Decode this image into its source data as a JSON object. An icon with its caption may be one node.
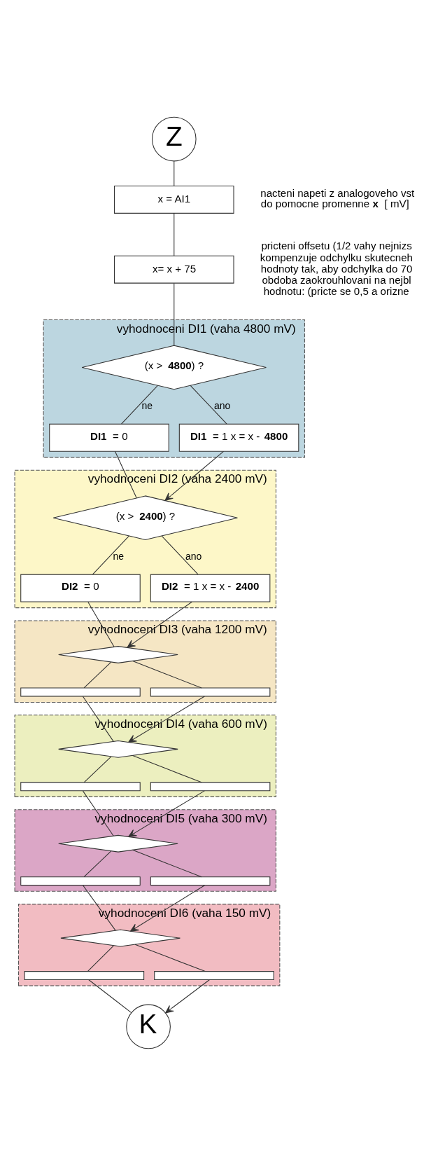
{
  "diagram": {
    "nodes": [
      {
        "text": [
          "Z"
        ]
      },
      {
        "text": [
          "x = AI1"
        ],
        "beside": [
          "nacteni napeti z analogoveho vst do pomocne promenne **x** [ mV]"
        ]
      },
      {
        "text": [
          "x= x + 75"
        ],
        "beside": [
          "pricteni offsetu (1/2 vahy nejnizs kompenzuje odchylku skutecneh hodnoty tak, aby odchylka do 70 obdoba zaokrouhlovani na nejbl hodnotu: (pricte se 0,5 a orizne"
        ]
      },
      {
        "text": [
          "vyhodnoceni DI1 (vaha 4800 mV)"
        ]
      },
      {
        "text": [
          "(x > **4800**) ?"
        ],
        "in": 3
      },
      {
        "text": [
          "**DI1** = 0"
        ],
        "in": 3
      },
      {
        "text": [
          "**DI1** = 1 x = x - **4800**"
        ],
        "in": 3
      },
      {
        "text": [
          "vyhodnoceni DI2 (vaha 2400 mV)"
        ]
      },
      {
        "text": [
          "(x > **2400**) ?"
        ],
        "in": 7
      },
      {
        "text": [
          "**DI2** = 0"
        ],
        "in": 7
      },
      {
        "text": [
          "**DI2** = 1 x = x - **2400**"
        ],
        "in": 7
      },
      {
        "text": [
          "vyhodnoceni DI3 (vaha 1200 mV)"
        ]
      },
      {
        "text": [],
        "shape": "diamond",
        "in": 11
      },
      {
        "text": [],
        "shape": "box",
        "in": 11
      },
      {
        "text": [],
        "shape": "box",
        "in": 11
      },
      {
        "text": [
          "vyhodnoceni DI4 (vaha 600 mV)"
        ]
      },
      {
        "text": [],
        "shape": "diamond",
        "in": 15
      },
      {
        "text": [],
        "shape": "box",
        "in": 15
      },
      {
        "text": [],
        "shape": "box",
        "in": 15
      },
      {
        "text": [
          "vyhodnoceni DI5 (vaha 300 mV)"
        ]
      },
      {
        "text": [],
        "shape": "diamond",
        "in": 19
      },
      {
        "text": [],
        "shape": "box",
        "in": 19
      },
      {
        "text": [],
        "shape": "box",
        "in": 19
      },
      {
        "text": [
          "vyhodnoceni DI6 (vaha 150 mV)"
        ]
      },
      {
        "text": [],
        "shape": "diamond",
        "in": 23
      },
      {
        "text": [],
        "shape": "box",
        "in": 23
      },
      {
        "text": [],
        "shape": "box",
        "in": 23
      },
      {
        "text": [
          "K"
        ]
      }
    ],
    "edges": [
      {
        "from": 0,
        "to": 1,
        "arrow": "none"
      },
      {
        "from": 1,
        "to": 2,
        "arrow": "none"
      },
      {
        "from": 2,
        "to": 4,
        "arrow": "none"
      },
      {
        "from": 4,
        "to": 5,
        "arrow": "none",
        "label": "ne"
      },
      {
        "from": 4,
        "to": 6,
        "arrow": "none",
        "label": "ano"
      },
      {
        "from": 5,
        "to": 8,
        "arrow": "none"
      },
      {
        "from": 6,
        "to": 8,
        "arrow": "to"
      },
      {
        "from": 8,
        "to": 9,
        "arrow": "none",
        "label": "ne"
      },
      {
        "from": 8,
        "to": 10,
        "arrow": "none",
        "label": "ano"
      },
      {
        "from": 9,
        "to": 12,
        "arrow": "none"
      },
      {
        "from": 10,
        "to": 12,
        "arrow": "to"
      },
      {
        "from": 12,
        "to": 13,
        "arrow": "none"
      },
      {
        "from": 12,
        "to": 14,
        "arrow": "none"
      },
      {
        "from": 13,
        "to": 16,
        "arrow": "none"
      },
      {
        "from": 14,
        "to": 16,
        "arrow": "to"
      },
      {
        "from": 16,
        "to": 17,
        "arrow": "none"
      },
      {
        "from": 16,
        "to": 18,
        "arrow": "none"
      },
      {
        "from": 17,
        "to": 20,
        "arrow": "none"
      },
      {
        "from": 18,
        "to": 20,
        "arrow": "to"
      },
      {
        "from": 20,
        "to": 21,
        "arrow": "none"
      },
      {
        "from": 20,
        "to": 22,
        "arrow": "none"
      },
      {
        "from": 21,
        "to": 24,
        "arrow": "none"
      },
      {
        "from": 22,
        "to": 24,
        "arrow": "to"
      },
      {
        "from": 24,
        "to": 25,
        "arrow": "none"
      },
      {
        "from": 24,
        "to": 26,
        "arrow": "none"
      },
      {
        "from": 25,
        "to": 27,
        "arrow": "none"
      },
      {
        "from": 26,
        "to": 27,
        "arrow": "to"
      }
    ]
  }
}
